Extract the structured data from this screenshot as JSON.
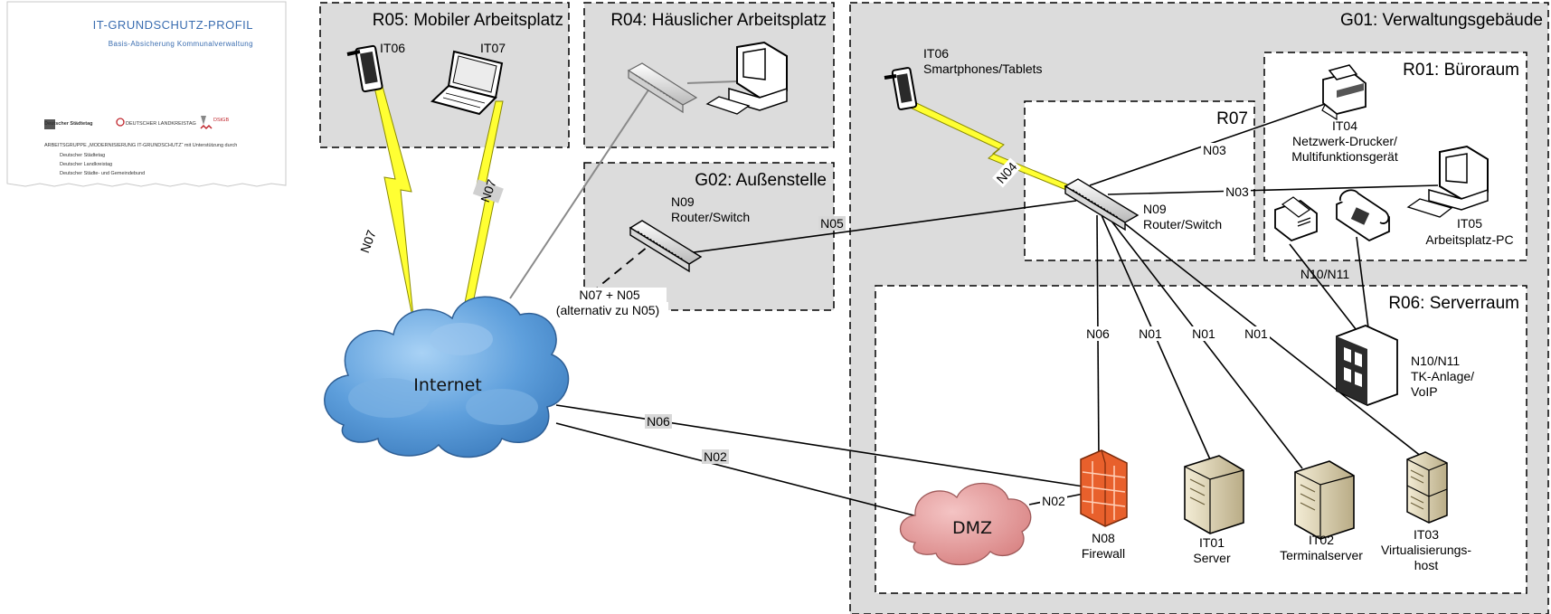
{
  "document_thumbnail": {
    "title": "IT-GRUNDSCHUTZ-PROFIL",
    "subtitle": "Basis-Absicherung Kommunalverwaltung",
    "logo_1": "Deutscher Städtetag",
    "logo_2": "DEUTSCHER LANDKREISTAG",
    "logo_3": "DStGB",
    "footer_line": "ARBEITSGRUPPE „MODERNISIERUNG IT-GRUNDSCHUTZ“ mit Unterstützung durch",
    "supporters": [
      "Deutscher Städtetag",
      "Deutscher Landkreistag",
      "Deutscher Städte- und Gemeindebund"
    ]
  },
  "zones": {
    "r05": "R05: Mobiler Arbeitsplatz",
    "r04": "R04: Häuslicher Arbeitsplatz",
    "g02": "G02: Außenstelle",
    "g01": "G01: Verwaltungsgebäude",
    "r07": "R07",
    "r01": "R01: Büroraum",
    "r06": "R06: Serverraum"
  },
  "nodes": {
    "r05_it06": "IT06",
    "r05_it07": "IT07",
    "g02_router_1": "N09",
    "g02_router_2": "Router/Switch",
    "g01_it06_1": "IT06",
    "g01_it06_2": "Smartphones/Tablets",
    "r07_router_1": "N09",
    "r07_router_2": "Router/Switch",
    "it04_1": "IT04",
    "it04_2": "Netzwerk-Drucker/",
    "it04_3": "Multifunktionsgerät",
    "it05_1": "IT05",
    "it05_2": "Arbeitsplatz-PC",
    "tk_1": "N10/N11",
    "tk_2": "TK-Anlage/",
    "tk_3": "VoIP",
    "internet": "Internet",
    "dmz": "DMZ",
    "fw_1": "N08",
    "fw_2": "Firewall",
    "it01_1": "IT01",
    "it01_2": "Server",
    "it02_1": "IT02",
    "it02_2": "Terminalserver",
    "it03_1": "IT03",
    "it03_2": "Virtualisierungs-",
    "it03_3": "host"
  },
  "links": {
    "n07_left": "N07",
    "n07_right": "N07",
    "n07_n05_1": "N07 + N05",
    "n07_n05_2": "(alternativ zu N05)",
    "n05": "N05",
    "n04": "N04",
    "n03_printer": "N03",
    "n03_pc": "N03",
    "n10n11": "N10/N11",
    "n06_fw": "N06",
    "n01_a": "N01",
    "n01_b": "N01",
    "n01_c": "N01",
    "n06_internet": "N06",
    "n02_internet": "N02",
    "n02_dmz": "N02"
  },
  "colors": {
    "zone_fill": "#dcdcdc",
    "wireless": "#ffff33",
    "cloud_internet": "#6aa6de",
    "cloud_dmz": "#e49a9a",
    "firewall": "#e8602c",
    "doc_accent": "#3a6db0"
  }
}
